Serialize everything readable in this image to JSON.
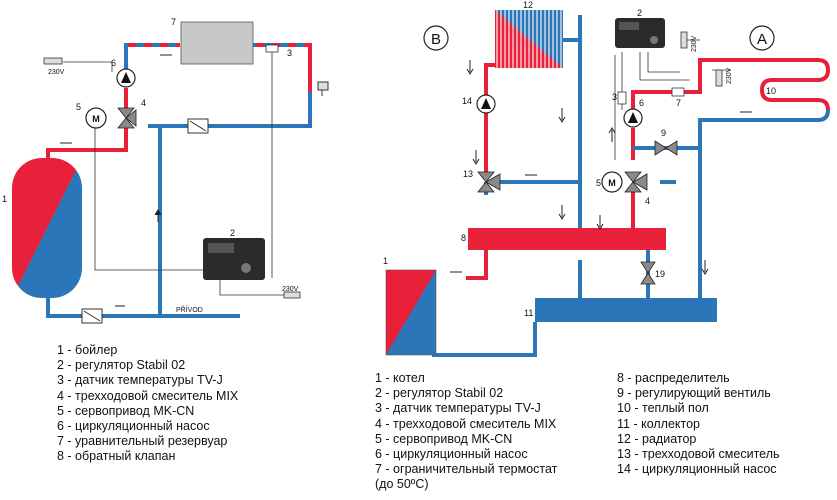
{
  "left_labels": {
    "n1": "1",
    "n2": "2",
    "n3": "3",
    "n4": "4",
    "n5": "5",
    "n6": "6",
    "n7": "7",
    "v230_top": "230V",
    "v230_bottom": "230V",
    "privod": "PŘÍVOD",
    "servo_letter": "M"
  },
  "right_labels": {
    "circle_b": "B",
    "circle_a": "A",
    "n1": "1",
    "n2": "2",
    "n3": "3",
    "n4": "4",
    "n5": "5",
    "n6": "6",
    "n7": "7",
    "n8": "8",
    "n9": "9",
    "n10": "10",
    "n11": "11",
    "n12": "12",
    "n13": "13",
    "n14": "14",
    "n19": "19",
    "v230_a": "230V",
    "v230_b": "230V",
    "servo_letter": "M"
  },
  "legend_left": [
    "1 - бойлер",
    "2 - регулятор Stabil 02",
    "3 - датчик температуры TV-J",
    "4 - трехходовой смеситель MIX",
    "5 - сервопривод MK-CN",
    "6 - циркуляционный насос",
    "7 - уравнительный резервуар",
    "8 - обратный клапан"
  ],
  "legend_mid": [
    "1 - котел",
    "2 - регулятор Stabil 02",
    "3 - датчик температуры TV-J",
    "4 - трехходовой смеситель MIX",
    "5 - сервопривод MK-CN",
    "6 - циркуляционный насос",
    "7 - ограничительный термостат",
    "(до 50ºC)"
  ],
  "legend_right": [
    "8 - распределитель",
    "9 - регулирующий вентиль",
    "10 - теплый пол",
    "11 - коллектор",
    "12 - радиатор",
    "13 - трехходовой смеситель",
    "14 - циркуляционный насос"
  ],
  "colors": {
    "red": "#e8203a",
    "blue": "#2a76b8",
    "dark": "#2b2b2b"
  }
}
